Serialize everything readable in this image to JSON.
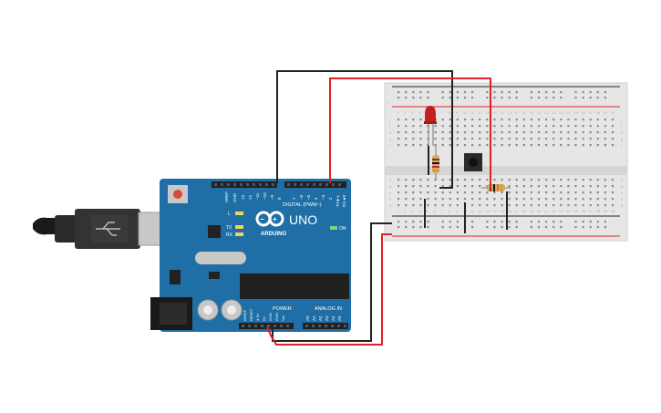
{
  "board": {
    "name": "UNO",
    "brand": "ARDUINO",
    "digital_label": "DIGITAL (PWM~)",
    "power_label": "POWER",
    "analog_label": "ANALOG IN",
    "on_label": "ON",
    "led_l": "L",
    "led_tx": "TX",
    "led_rx": "RX",
    "tx_pin": "TX►1",
    "rx_pin": "RX◄0",
    "aref": "AREF",
    "gnd": "GND",
    "digital_pins": [
      "13",
      "12",
      "~11",
      "~10",
      "~9",
      "8",
      "7",
      "~6",
      "~5",
      "4",
      "~3",
      "2"
    ],
    "power_pins": [
      "IOREF",
      "RESET",
      "3.3V",
      "5V",
      "GND",
      "GND",
      "Vin"
    ],
    "analog_pins": [
      "A0",
      "A1",
      "A2",
      "A3",
      "A4",
      "A5"
    ]
  },
  "breadboard": {
    "row_letters_top": [
      "j",
      "i",
      "h",
      "g",
      "f"
    ],
    "row_letters_bottom": [
      "e",
      "d",
      "c",
      "b",
      "a"
    ],
    "columns": [
      "1",
      "2",
      "3",
      "4",
      "5",
      "6",
      "7",
      "8",
      "9",
      "10",
      "11",
      "12",
      "13",
      "14",
      "15",
      "16",
      "17",
      "18",
      "19",
      "20",
      "21",
      "22",
      "23",
      "24",
      "25",
      "26",
      "27",
      "28",
      "29",
      "30"
    ],
    "rail_plus": "+",
    "rail_minus": "-"
  },
  "colors": {
    "board": "#1f6fa6",
    "board_dark": "#17588a",
    "wire_red": "#e0202a",
    "wire_black": "#222222",
    "breadboard": "#e6e6e6",
    "led": "#c41e1e"
  }
}
